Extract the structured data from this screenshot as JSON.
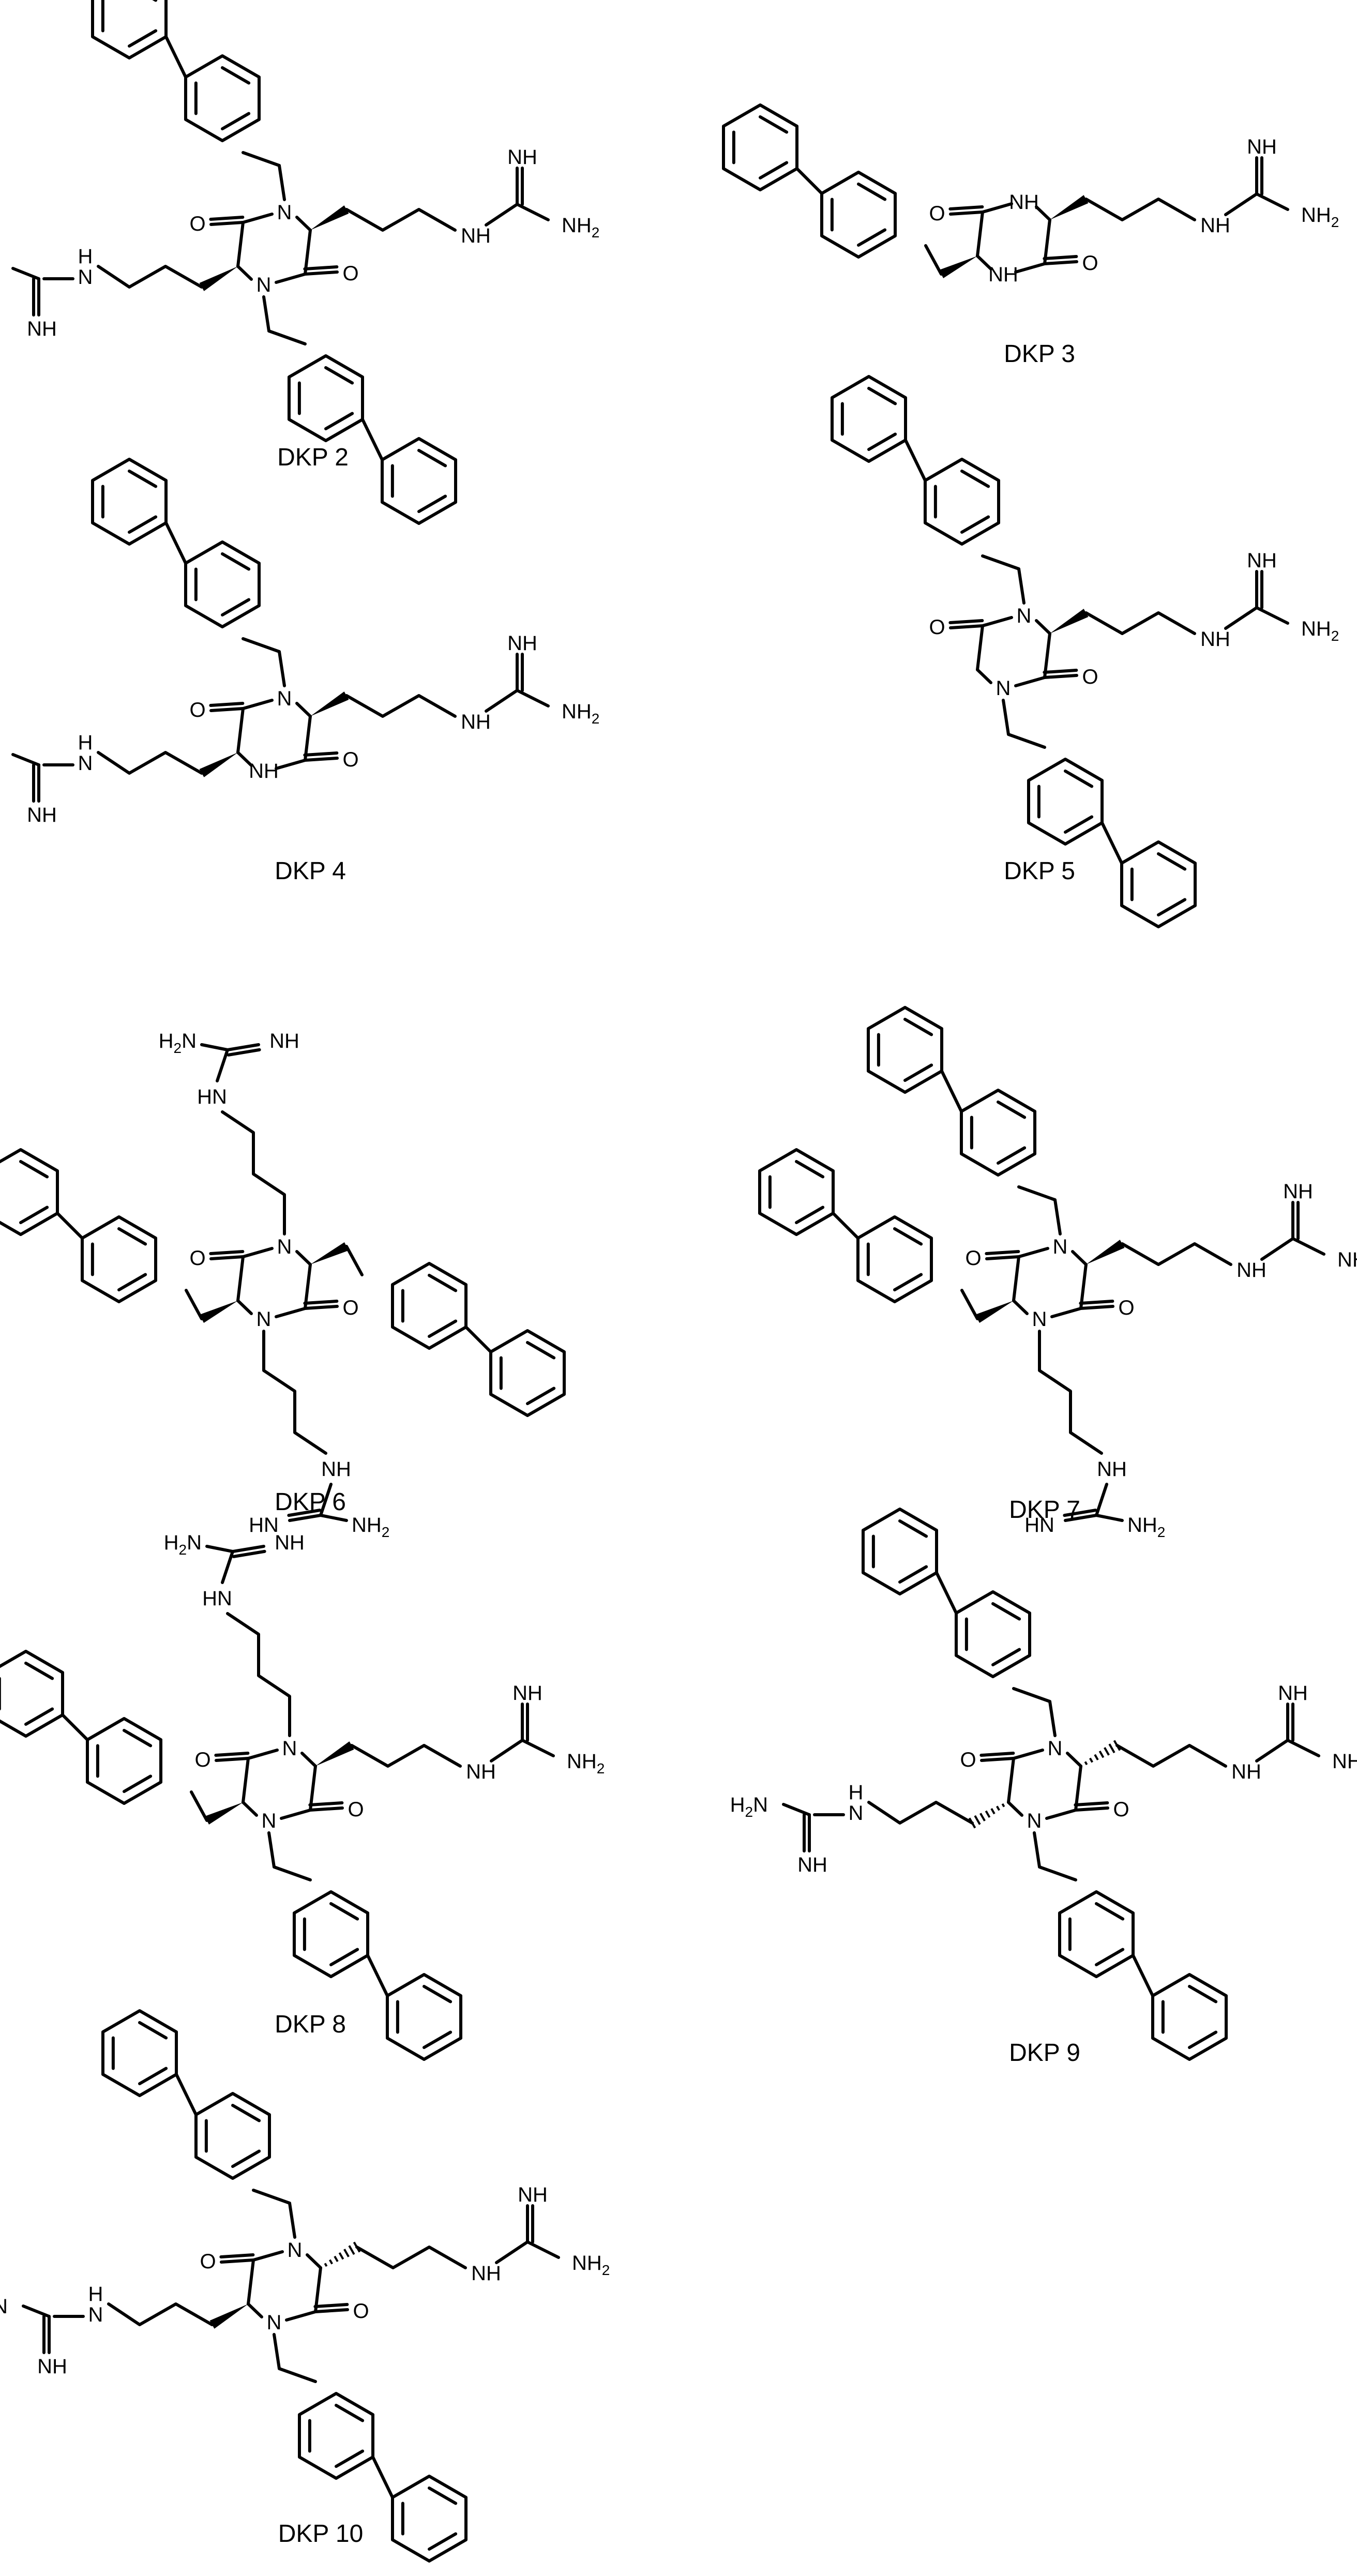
{
  "title": "",
  "panels": [
    {
      "id": "dkp2",
      "caption": "DKP 2"
    },
    {
      "id": "dkp3",
      "caption": "DKP 3"
    },
    {
      "id": "dkp4",
      "caption": "DKP 4"
    },
    {
      "id": "dkp5",
      "caption": "DKP 5"
    },
    {
      "id": "dkp6",
      "caption": "DKP 6"
    },
    {
      "id": "dkp7",
      "caption": "DKP 7"
    },
    {
      "id": "dkp8",
      "caption": "DKP 8"
    },
    {
      "id": "dkp9",
      "caption": "DKP 9"
    },
    {
      "id": "dkp10",
      "caption": "DKP 10"
    }
  ],
  "atom_labels": {
    "N": "N",
    "NH": "NH",
    "H": "H",
    "H2N": "H",
    "NH2": "NH",
    "O": "O",
    "HN": "HN",
    "subscript_2": "2"
  },
  "colors": {
    "ink": "#000000",
    "background": "#ffffff"
  }
}
